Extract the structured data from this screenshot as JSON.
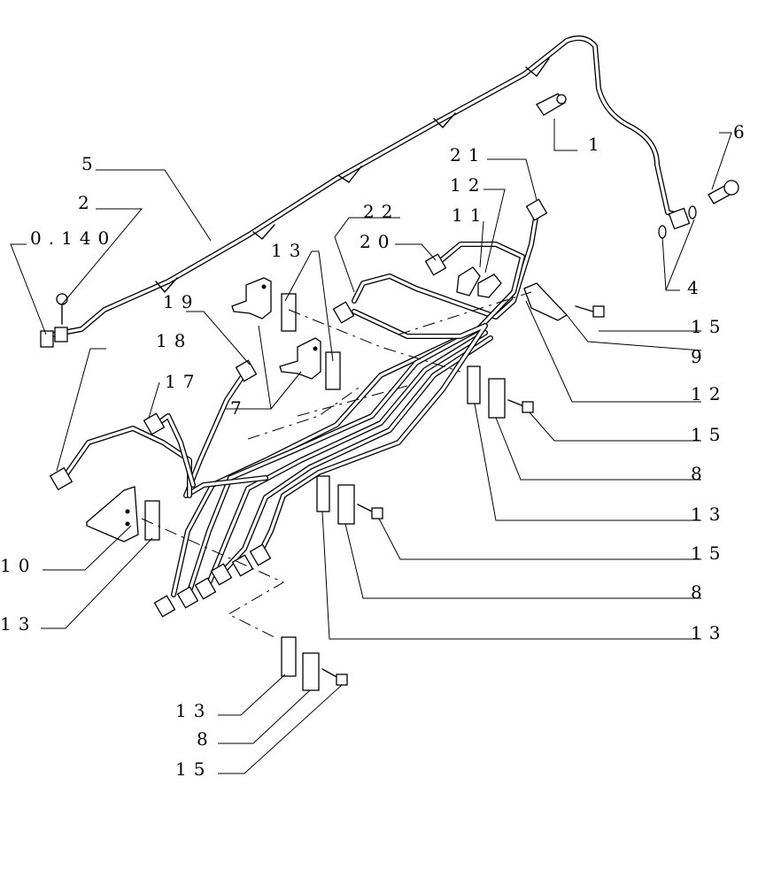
{
  "callouts": {
    "c1": "1",
    "c2": "2",
    "c4": "4",
    "c5": "5",
    "c6": "6",
    "c7": "7",
    "c8a": "8",
    "c8b": "8",
    "c8c": "8",
    "c9": "9",
    "c10": "10",
    "c11": "11",
    "c12a": "12",
    "c12b": "12",
    "c13a": "13",
    "c13b": "13",
    "c13c": "13",
    "c13d": "13",
    "c13e": "13",
    "c15a": "15",
    "c15b": "15",
    "c15c": "15",
    "c15d": "15",
    "c17": "17",
    "c18": "18",
    "c19": "19",
    "c20": "20",
    "c21": "21",
    "c22": "22",
    "c0140": "0.140"
  }
}
